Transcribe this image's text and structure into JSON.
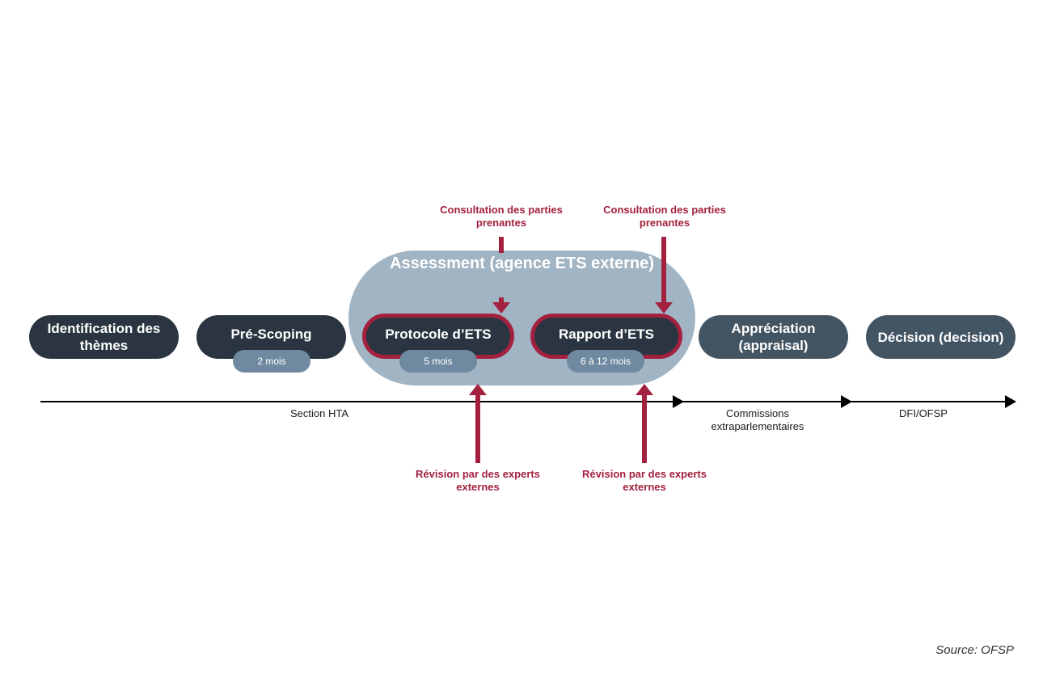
{
  "phases": [
    {
      "label": "Identification des thèmes"
    },
    {
      "label": "Pré-Scoping",
      "duration": "2 mois"
    },
    {
      "label": "Protocole d’ETS",
      "duration": "5 mois"
    },
    {
      "label": "Rapport d’ETS",
      "duration": "6 à 12 mois"
    },
    {
      "label": "Appréciation (appraisal)"
    },
    {
      "label": "Décision (decision)"
    }
  ],
  "assessment": {
    "title": "Assessment (agence ETS externe)"
  },
  "consultations": [
    {
      "label": "Consultation des parties prenantes"
    },
    {
      "label": "Consultation des parties prenantes"
    }
  ],
  "reviews": [
    {
      "label": "Révision par des experts externes"
    },
    {
      "label": "Révision par des experts externes"
    }
  ],
  "timeline": {
    "segments": [
      {
        "label": "Section HTA"
      },
      {
        "label": "Commissions extraparlementaires"
      },
      {
        "label": "DFI/OFSP"
      }
    ]
  },
  "source": "Source: OFSP",
  "colors": {
    "dark": "#2a3541",
    "slate": "#435463",
    "bubble": "#a1b4c4",
    "duration": "#6f8aa0",
    "accent": "#a3213f"
  }
}
